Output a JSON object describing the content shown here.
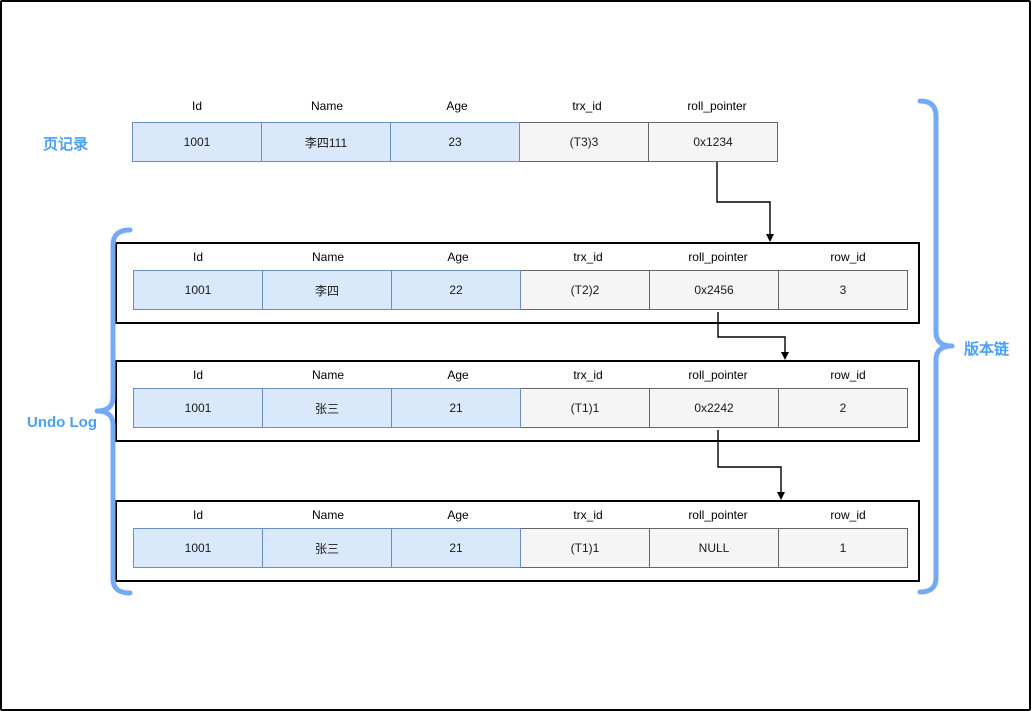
{
  "labels": {
    "page_record": "页记录",
    "undo_log": "Undo Log",
    "version_chain": "版本链"
  },
  "tables": [
    {
      "name": "page_record_row",
      "columns": [
        "Id",
        "Name",
        "Age",
        "trx_id",
        "roll_pointer"
      ],
      "values": [
        "1001",
        "李四111",
        "23",
        "(T3)3",
        "0x1234"
      ]
    },
    {
      "name": "undo_version_3",
      "columns": [
        "Id",
        "Name",
        "Age",
        "trx_id",
        "roll_pointer",
        "row_id"
      ],
      "values": [
        "1001",
        "李四",
        "22",
        "(T2)2",
        "0x2456",
        "3"
      ]
    },
    {
      "name": "undo_version_2",
      "columns": [
        "Id",
        "Name",
        "Age",
        "trx_id",
        "roll_pointer",
        "row_id"
      ],
      "values": [
        "1001",
        "张三",
        "21",
        "(T1)1",
        "0x2242",
        "2"
      ]
    },
    {
      "name": "undo_version_1",
      "columns": [
        "Id",
        "Name",
        "Age",
        "trx_id",
        "roll_pointer",
        "row_id"
      ],
      "values": [
        "1001",
        "张三",
        "21",
        "(T1)1",
        "NULL",
        "1"
      ]
    }
  ],
  "colors": {
    "label_blue": "#4a9ff6",
    "brace_blue": "#74aaf4",
    "cell_blue_fill": "#dae8fc",
    "cell_blue_border": "#6c8ebf",
    "cell_gray_fill": "#f5f5f5",
    "cell_gray_border": "#666666",
    "arrow_black": "#000000"
  }
}
